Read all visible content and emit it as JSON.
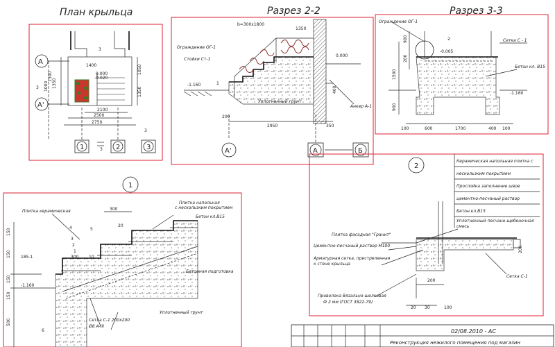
{
  "sheet": {
    "title_plan": "План крыльца",
    "title_s22": "Разрез 2-2",
    "title_s33": "Разрез 3-3",
    "stamp_code": "02/08.2010 - АС",
    "stamp_text": "Реконструкция нежилого помещения под магазин"
  },
  "plan": {
    "axes": [
      "А",
      "А'",
      "1",
      "2",
      "3"
    ],
    "marks": [
      "3",
      "3",
      "3",
      "3"
    ],
    "dims": [
      "1400",
      "0.000",
      "2100",
      "2500",
      "2750",
      "1350",
      "1050",
      "1350",
      "1300",
      "1000",
      "-0.020"
    ]
  },
  "s22": {
    "labels": [
      "Ограждение ОГ-1",
      "Стойки Ст-1",
      "Уплотненный грунт",
      "Анкер А-1"
    ],
    "dims": [
      "b=300x1800",
      "1350",
      "0.000",
      "-1.160",
      "2950",
      "350",
      "200",
      "400",
      "1"
    ],
    "axes": [
      "А'",
      "А",
      "Б"
    ]
  },
  "s33": {
    "labels": [
      "Ограждение ОГ-1",
      "Сетка С - 1",
      "Бетон кл. В15"
    ],
    "dims": [
      "2",
      "-0.005",
      "-1.160",
      "900",
      "200",
      "1500",
      "900",
      "100",
      "600",
      "1700",
      "400",
      "100"
    ]
  },
  "detail1": {
    "num": "1",
    "labels": [
      "Плитка керамическая",
      "Плитка напольная",
      "с нескользким покрытием",
      "Бетон кл.В15",
      "Бетонная подготовка",
      "Уплотненный грунт",
      "Сетка С-1 200х200",
      "Ø8 А-III"
    ],
    "dims": [
      "300",
      "20",
      "4",
      "5",
      "3",
      "2",
      "1",
      "300",
      "10",
      "185-1",
      "-1.160",
      "150",
      "150",
      "150",
      "150",
      "500"
    ],
    "marks": [
      "6"
    ]
  },
  "detail2": {
    "num": "2",
    "rows": [
      "Керамическая напольная плитка с",
      "нескользким покрытием",
      "Прослойка заполнение швов",
      "цементно-песчаный раствор",
      "Бетон кл.В15",
      "Уплотненный песчано-щебеночная",
      "смесь"
    ],
    "labels": [
      "Плитка фасадная \"Гранит\"",
      "Цементно-песчаный раствор М100",
      "Арматурная сетка, пристреленная",
      "к стене крыльца",
      "Проволока Вязально-шелковая",
      "Ф 2 мм (ГОСТ 3822-79)",
      "Сетка С-1"
    ],
    "dims": [
      "200",
      "200",
      "20",
      "30",
      "100"
    ]
  }
}
